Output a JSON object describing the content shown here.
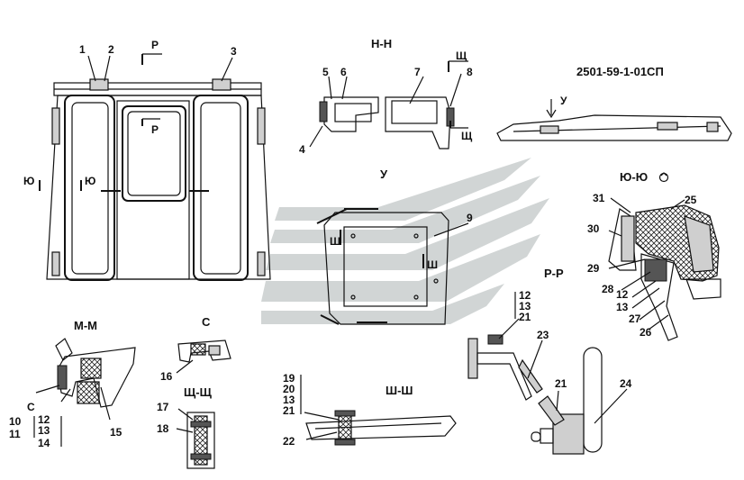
{
  "doc_code": "2501-59-1-01СП",
  "views": {
    "nn": "Н-Н",
    "u": "У",
    "yuyu": "Ю-Ю",
    "rr": "Р-Р",
    "mm": "М-М",
    "c": "С",
    "shsh_small": "Щ-Щ",
    "shsh": "Ш-Ш"
  },
  "markers": {
    "p": "Р",
    "yu": "Ю",
    "shch": "Щ",
    "u": "У",
    "sh": "Ш",
    "c": "С"
  },
  "callouts": [
    "1",
    "2",
    "3",
    "4",
    "5",
    "6",
    "7",
    "8",
    "9",
    "10",
    "11",
    "12",
    "13",
    "14",
    "15",
    "16",
    "17",
    "18",
    "19",
    "20",
    "21",
    "22",
    "23",
    "24",
    "25",
    "26",
    "27",
    "28",
    "29",
    "30",
    "31"
  ]
}
